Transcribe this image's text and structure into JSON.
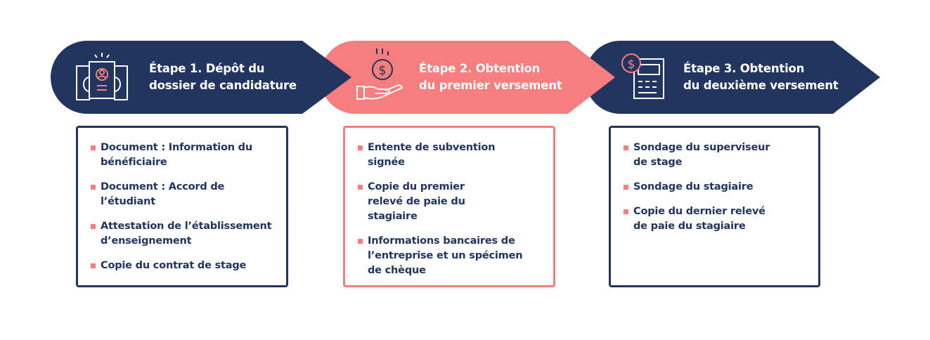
{
  "colors": {
    "navy": "#22355f",
    "coral": "#f67e7e"
  },
  "steps": [
    {
      "title_line1": "Étape 1. Dépôt du",
      "title_line2": "dossier de candidature",
      "icon": "id-documents-icon",
      "items": [
        "Document : Information du bénéficiaire",
        "Document : Accord de l’étudiant",
        "Attestation de l’établissement d’enseignement",
        "Copie du contrat de stage"
      ]
    },
    {
      "title_line1": "Étape 2. Obtention",
      "title_line2": "du premier versement",
      "icon": "hand-coin-icon",
      "items": [
        "Entente de subvention signée",
        "Copie du premier relevé de paie du stagiaire",
        "Informations bancaires de l’entreprise et un spécimen de chèque"
      ]
    },
    {
      "title_line1": "Étape 3. Obtention",
      "title_line2": "du deuxième versement",
      "icon": "calculator-dollar-icon",
      "items": [
        "Sondage du superviseur de stage",
        "Sondage du stagiaire",
        "Copie du dernier relevé de paie du stagiaire"
      ]
    }
  ]
}
